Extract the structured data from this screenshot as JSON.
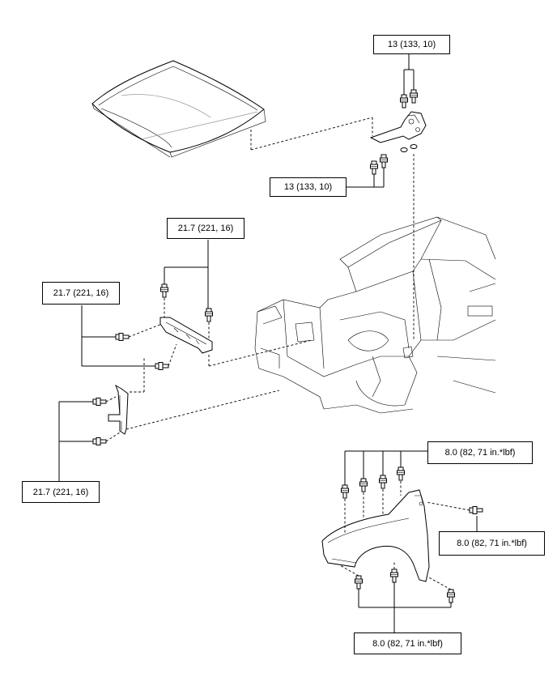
{
  "torque_labels": {
    "hood_hinge_upper": "13 (133, 10)",
    "hood_hinge_lower": "13 (133, 10)",
    "bracket_upper": "21.7 (221, 16)",
    "bracket_left": "21.7 (221, 16)",
    "support_lower": "21.7 (221, 16)",
    "fender_upper": "8.0 (82, 71 in.*lbf)",
    "fender_right": "8.0 (82, 71 in.*lbf)",
    "fender_lower": "8.0 (82, 71 in.*lbf)"
  }
}
